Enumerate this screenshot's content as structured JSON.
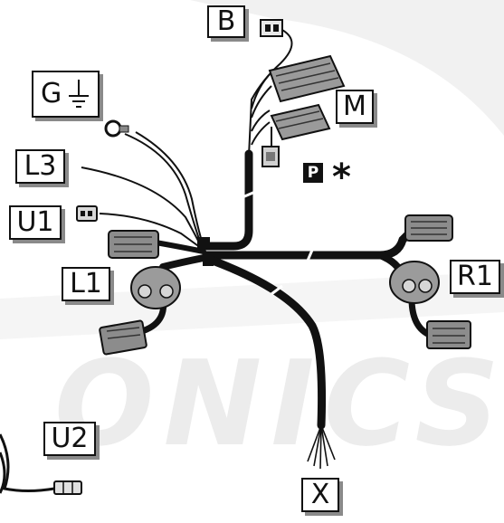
{
  "labels": {
    "B": "B",
    "M": "M",
    "G": "G",
    "L3": "L3",
    "U1": "U1",
    "L1": "L1",
    "R1": "R1",
    "U2": "U2",
    "X": "X",
    "P": "P"
  },
  "symbols": {
    "star": "*",
    "ground_icon": "ground-symbol-icon"
  },
  "watermark": "ONICS",
  "colors": {
    "cable": "#111111",
    "connector_body": "#8c8c8c",
    "label_shadow": "#8a8a8a",
    "watermark": "#ececec"
  }
}
